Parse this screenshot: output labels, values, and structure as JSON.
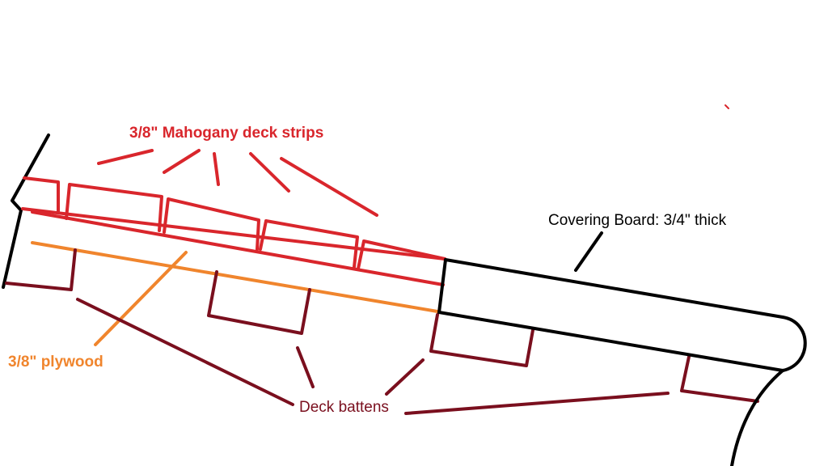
{
  "labels": {
    "deck_strips": "3/8\" Mahogany deck strips",
    "covering_board": "Covering Board: 3/4\" thick",
    "plywood": "3/8\" plywood",
    "battens": "Deck battens"
  },
  "colors": {
    "deck_strips": "#d9262c",
    "plywood": "#f0852d",
    "battens": "#7a0f1e",
    "covering_board": "#000000",
    "background": "#ffffff"
  }
}
